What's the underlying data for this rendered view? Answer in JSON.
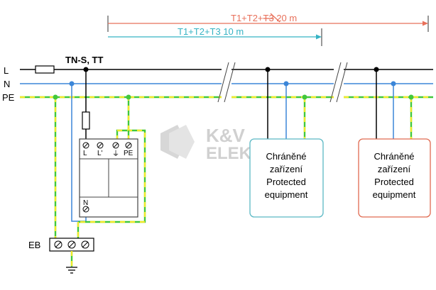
{
  "rails": {
    "l": "L",
    "n": "N",
    "pe": "PE"
  },
  "system_label": "TN-S, TT",
  "arrows": {
    "outer": {
      "prefix": "T1+T2+",
      "struck": "T3",
      "suffix": " 20 m"
    },
    "inner": {
      "prefix": "T1+T2",
      "mid": "+T3",
      "suffix": " 10 m"
    }
  },
  "spd": {
    "terminals": [
      "L",
      "L'",
      "⏚",
      "PE"
    ],
    "neutral_terminal": "N"
  },
  "equipment": [
    {
      "line1": "Chráněné",
      "line2": "zařízení",
      "line3": "Protected",
      "line4": "equipment"
    },
    {
      "line1": "Chráněné",
      "line2": "zařízení",
      "line3": "Protected",
      "line4": "equipment"
    }
  ],
  "eb_label": "EB",
  "watermark": {
    "brand": "K&V",
    "sub": "ELEKTRO"
  },
  "colors": {
    "l_wire": "#000000",
    "n_wire": "#3b86d8",
    "pe_green": "#41c83c",
    "pe_yellow": "#f2ea2a",
    "arrow_outer": "#e8705a",
    "arrow_inner": "#36b3c4",
    "box1_border": "#5ab8c4",
    "box2_border": "#e06a50",
    "watermark": "#cfcfcf"
  }
}
